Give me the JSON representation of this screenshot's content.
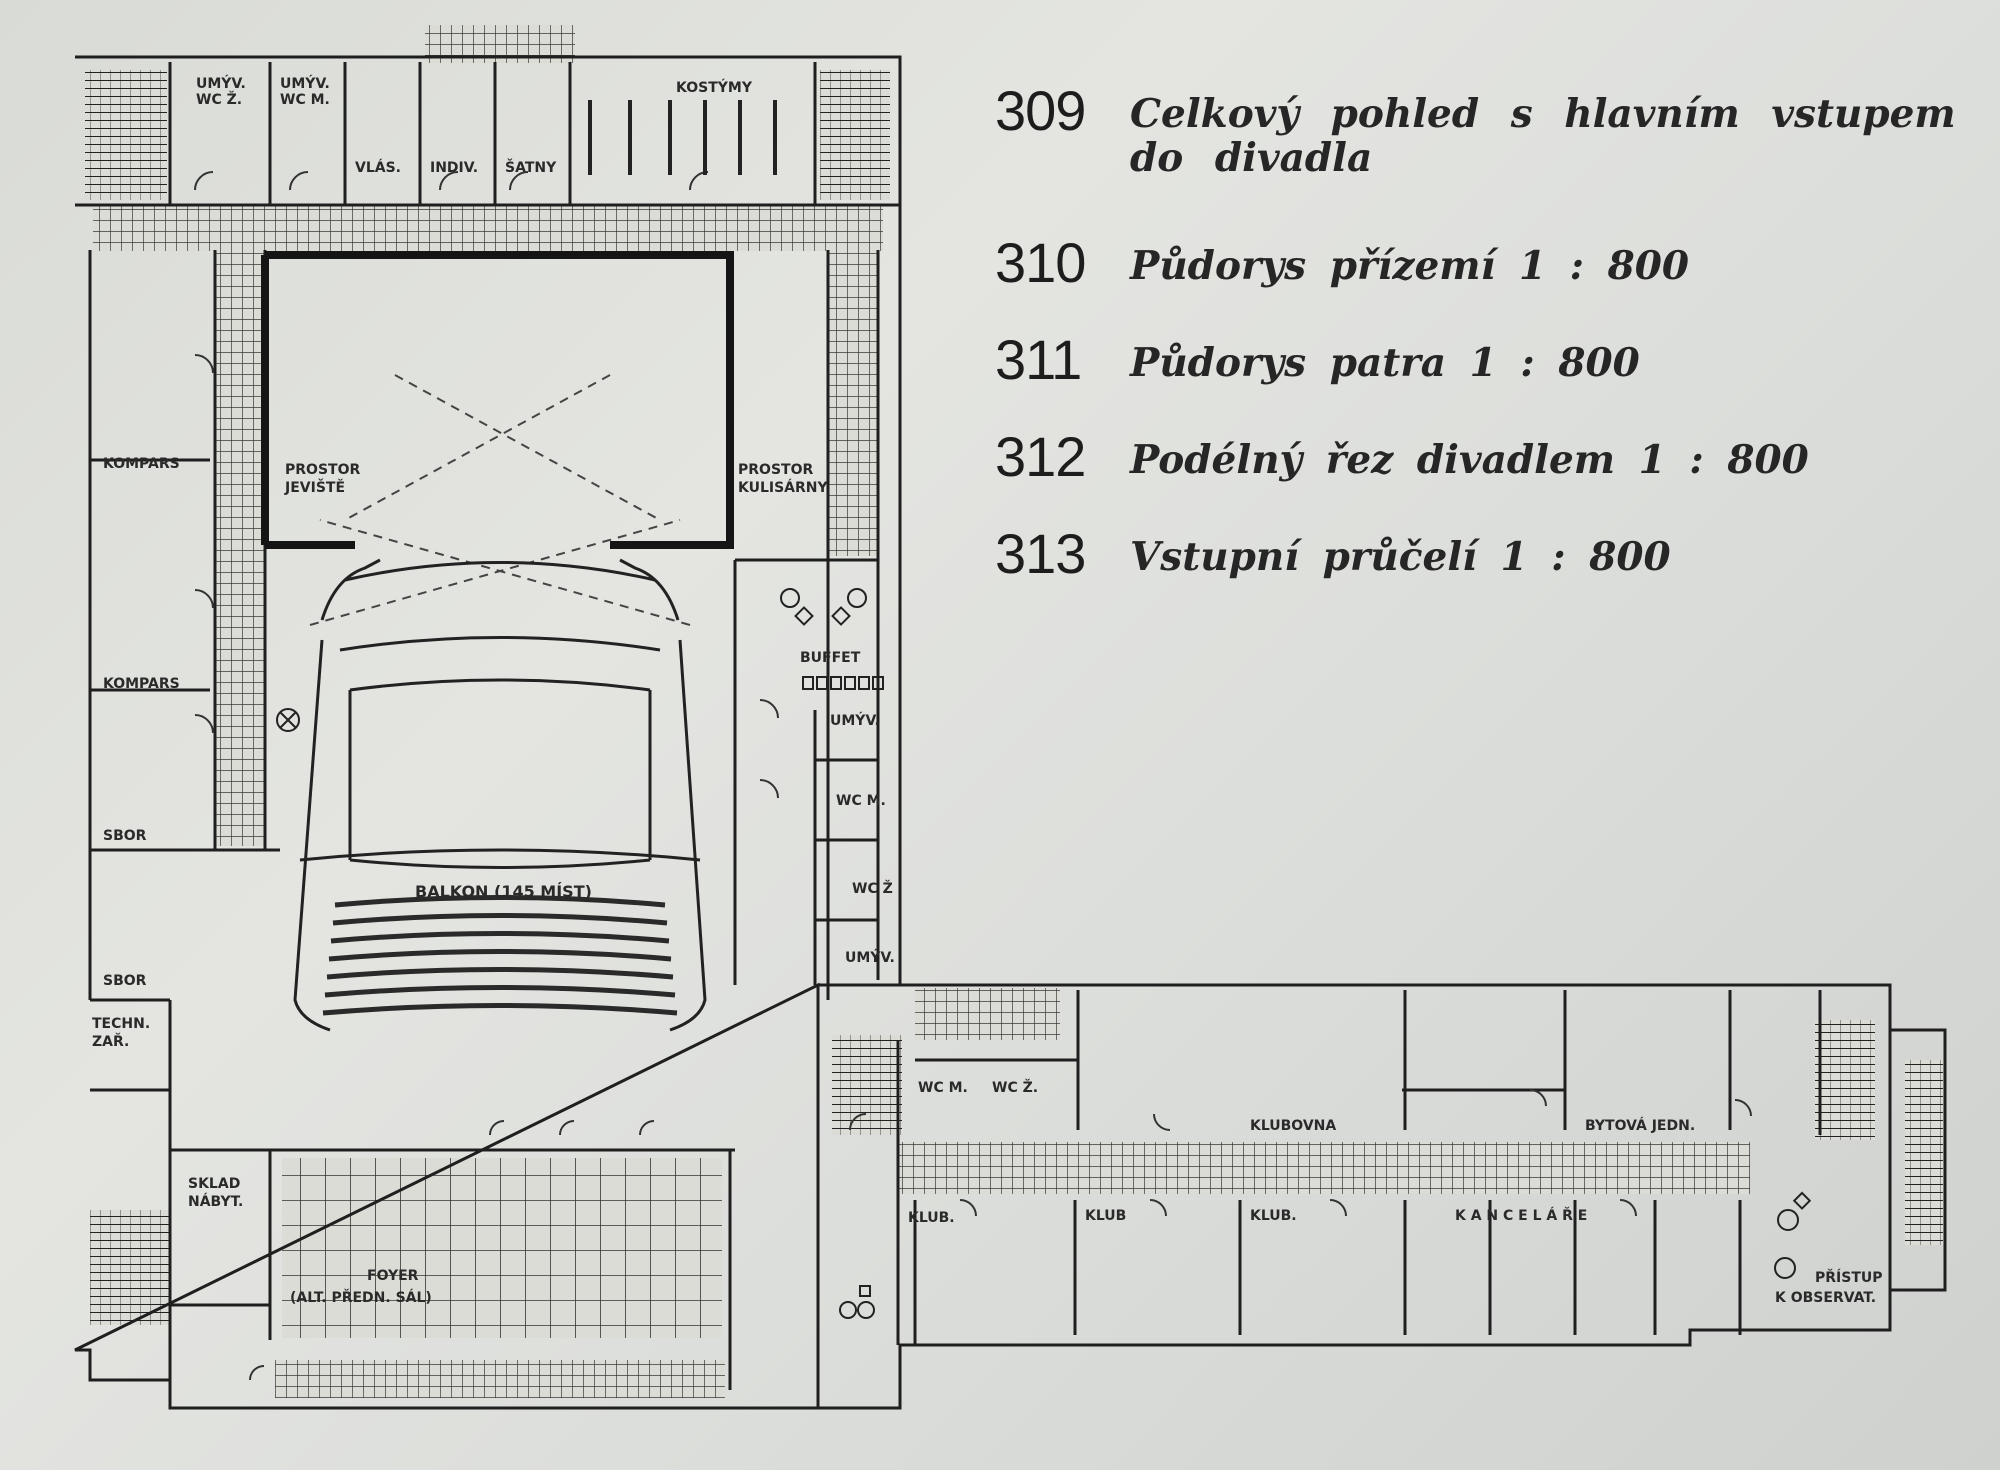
{
  "captions": [
    {
      "number": "309",
      "text": "Celkový pohled s hlavním vstupem do divadla"
    },
    {
      "number": "310",
      "text": "Půdorys přízemí 1 : 800"
    },
    {
      "number": "311",
      "text": "Půdorys patra 1 : 800"
    },
    {
      "number": "312",
      "text": "Podélný řez divadlem 1 : 800"
    },
    {
      "number": "313",
      "text": "Vstupní průčelí 1 : 800"
    }
  ],
  "rooms": {
    "umyv_wc_z_line1": "UMÝV.",
    "umyv_wc_z_line2": "WC Ž.",
    "umyv_wc_m_line1": "UMÝV.",
    "umyv_wc_m_line2": "WC M.",
    "vlas": "VLÁS.",
    "indiv": "INDIV.",
    "satny": "ŠATNY",
    "kostymy": "KOSTÝMY",
    "kompars_upper": "KOMPARS",
    "kompars_lower": "KOMPARS",
    "prostor_jeviste_line1": "PROSTOR",
    "prostor_jeviste_line2": "JEVIŠTĚ",
    "prostor_kulisarny_line1": "PROSTOR",
    "prostor_kulisarny_line2": "KULISÁRNY",
    "buffet": "BUFFET",
    "umyv_upper": "UMÝV.",
    "wc_m_east": "WC M.",
    "wc_z_east": "WC Ž",
    "umyv_lower": "UMÝV.",
    "balkon": "BALKON (145 MÍST)",
    "sbor_upper": "SBOR",
    "sbor_lower": "SBOR",
    "techn_zar_line1": "TECHN.",
    "techn_zar_line2": "ZAŘ.",
    "sklad_nabyt_line1": "SKLAD",
    "sklad_nabyt_line2": "NÁBYT.",
    "foyer_line1": "FOYER",
    "foyer_line2": "(ALT. PŘEDN. SÁL)",
    "wc_m_wing": "WC M.",
    "wc_z_wing": "WC Ž.",
    "klubovna": "KLUBOVNA",
    "bytova_jedn": "BYTOVÁ JEDN.",
    "klub_1": "KLUB.",
    "klub_2": "KLUB",
    "klub_3": "KLUB.",
    "kancelare": "K A N C E L Á Ř E",
    "pristup_line1": "PŘÍSTUP",
    "pristup_line2": "K OBSERVAT."
  },
  "colors": {
    "wall": "#1f1f1f",
    "line": "#2b2b2b",
    "tile": "#3a3a3a",
    "paper": "#dfe0dc"
  }
}
